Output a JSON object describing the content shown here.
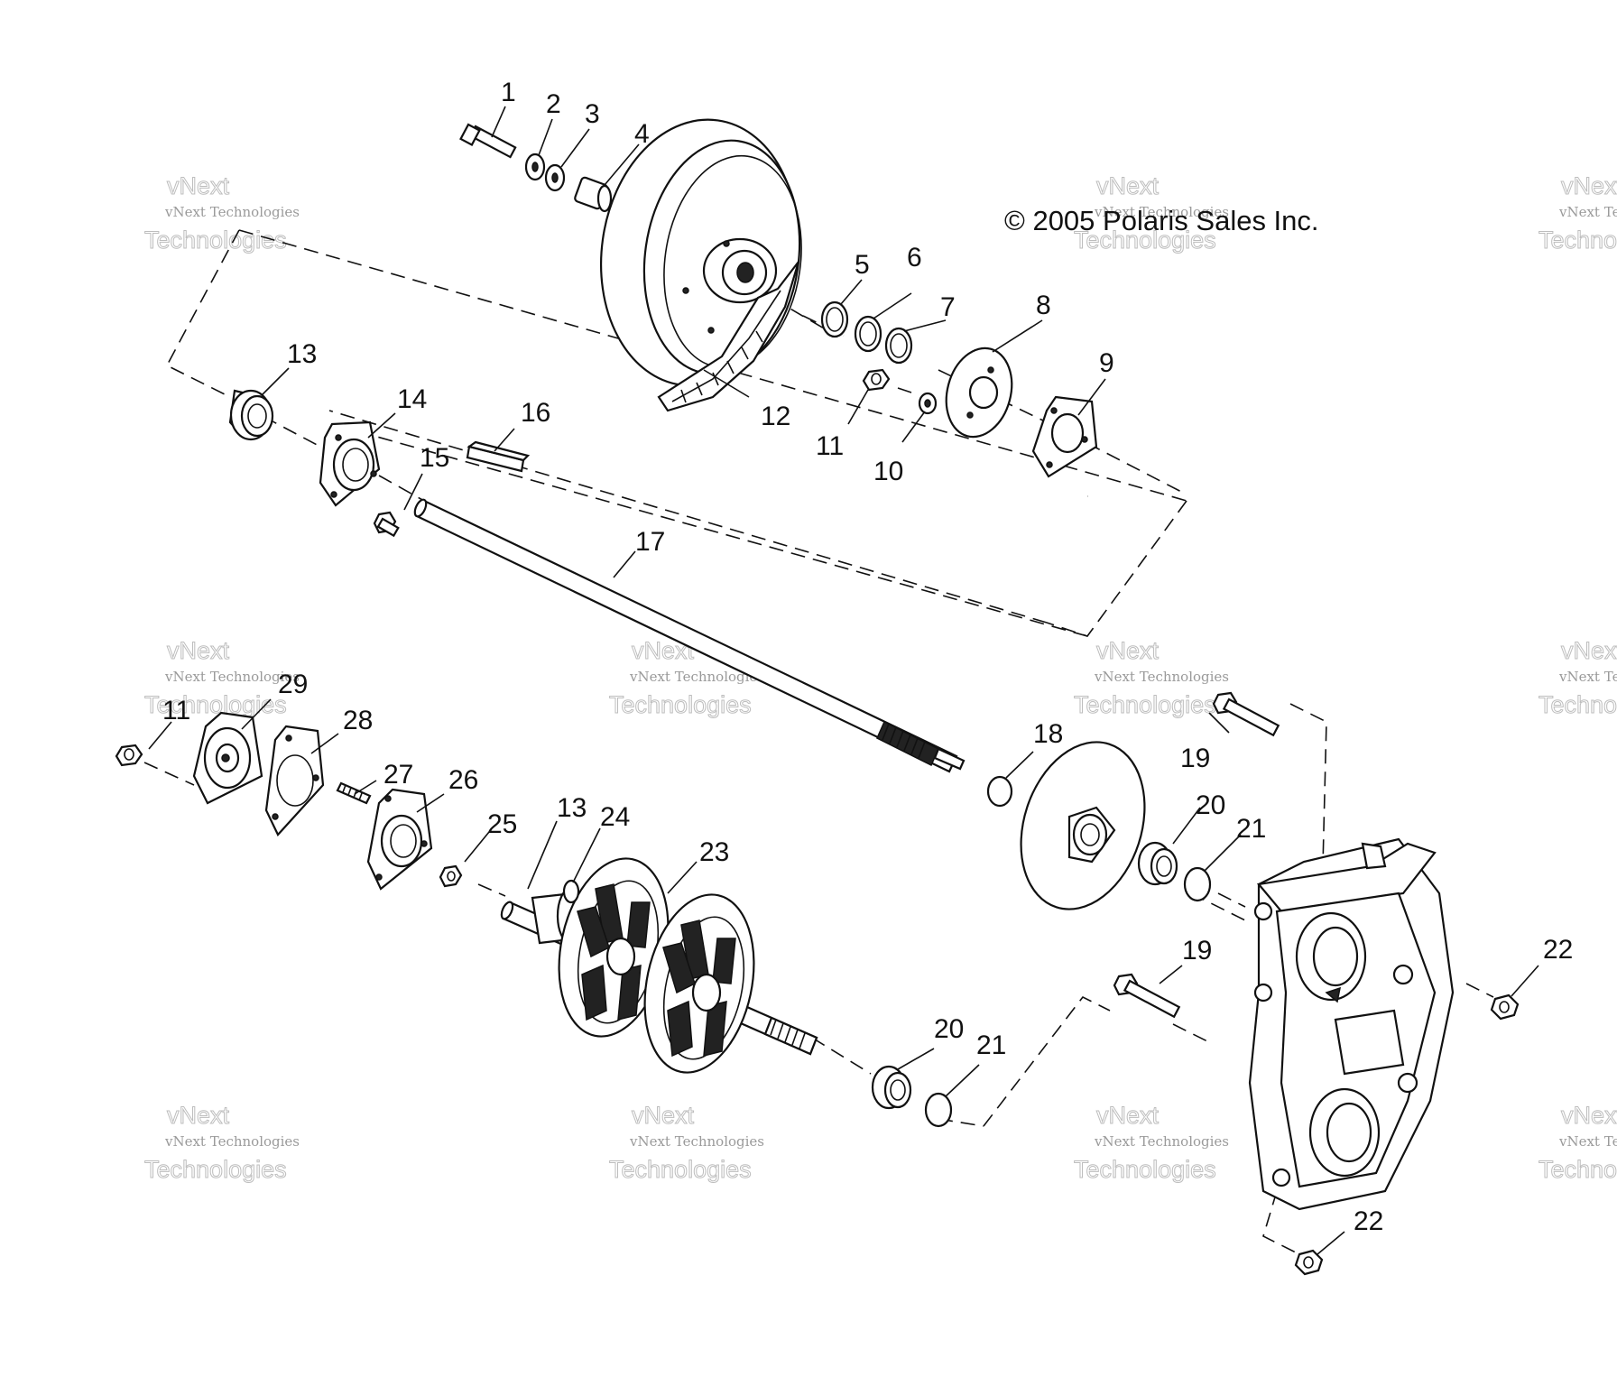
{
  "copyright": "© 2005 Polaris Sales Inc.",
  "watermark": {
    "line1": "vNext Technologies",
    "line2": "Technologies",
    "line3": "vNext"
  },
  "callouts": [
    "1",
    "2",
    "3",
    "4",
    "5",
    "6",
    "7",
    "8",
    "9",
    "10",
    "11",
    "12",
    "13",
    "14",
    "15",
    "16",
    "17",
    "18",
    "19",
    "20",
    "21",
    "22",
    "23",
    "24",
    "25",
    "26",
    "27",
    "28",
    "29"
  ],
  "callout_extra": {
    "c11b": "11",
    "c13b": "13",
    "c19b": "19",
    "c20b": "20",
    "c21b": "21",
    "c22b": "22"
  }
}
